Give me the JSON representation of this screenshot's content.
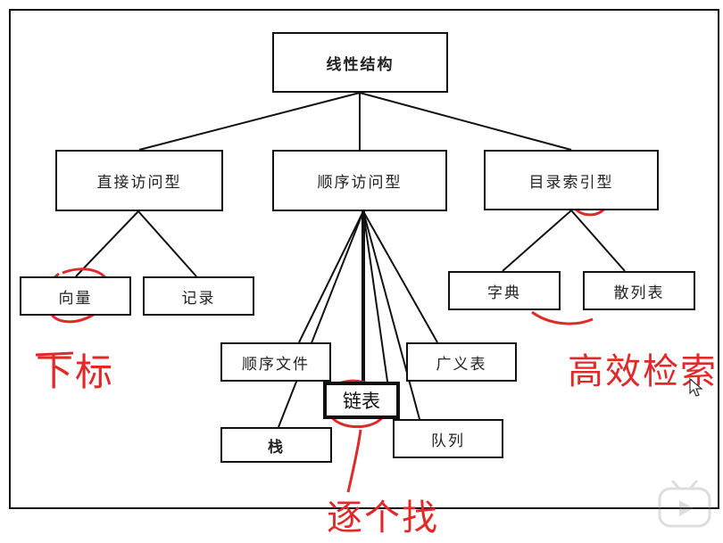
{
  "diagram": {
    "root": "线性结构",
    "level1": {
      "direct": "直接访问型",
      "sequential": "顺序访问型",
      "directory": "目录索引型"
    },
    "direct_children": [
      "向量",
      "记录"
    ],
    "sequential_children": [
      "顺序文件",
      "链表",
      "广义表",
      "栈",
      "队列"
    ],
    "directory_children": [
      "字典",
      "散列表"
    ]
  },
  "annotations": {
    "subscript": "下标",
    "one_by_one": "逐个找",
    "efficient_search": "高效检索"
  },
  "colors": {
    "line": "#111111",
    "annotation": "#e02a2a"
  },
  "icons": {
    "cursor": "cursor-arrow-icon",
    "watermark": "tv-play-icon"
  }
}
